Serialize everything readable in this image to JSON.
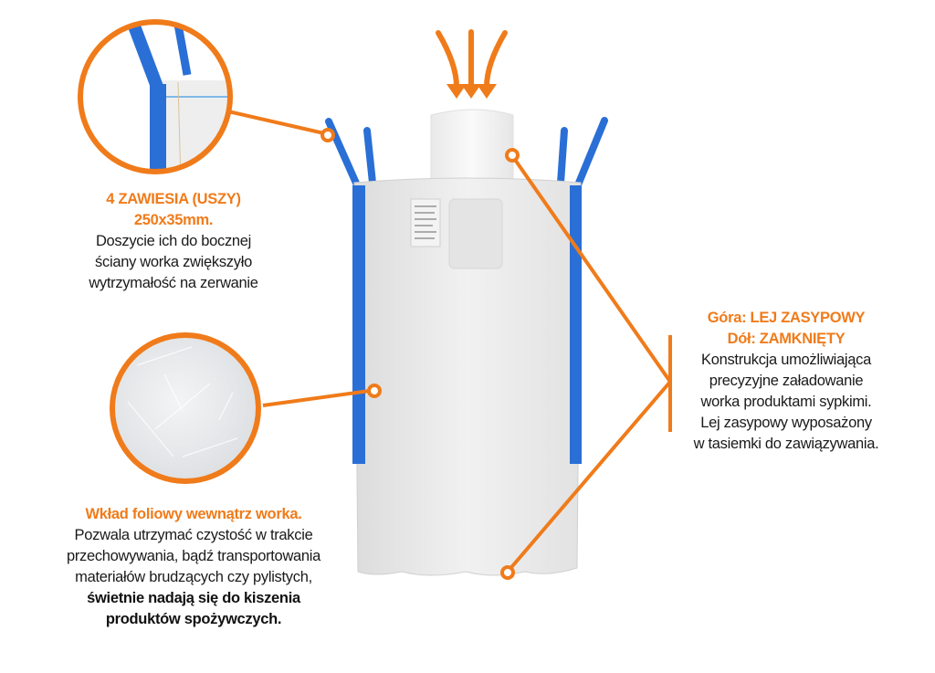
{
  "colors": {
    "accent": "#f07b1a",
    "strap_blue": "#2a6fd6",
    "bag_white": "#ececec",
    "text": "#1a1a1a"
  },
  "top_arrows": {
    "icon": "three-down-arrows-icon",
    "count": 3
  },
  "callouts": {
    "straps": {
      "title_line1": "4 ZAWIESIA (USZY)",
      "title_line2": "250x35mm.",
      "body": [
        "Doszycie ich do bocznej",
        "ściany worka zwiększyło",
        "wytrzymałość na zerwanie"
      ]
    },
    "liner": {
      "title": "Wkład foliowy wewnątrz worka.",
      "body": [
        "Pozwala utrzymać czystość w trakcie",
        "przechowywania, bądź transportowania",
        "materiałów brudzących czy pylistych,"
      ],
      "body_bold": [
        "świetnie nadają się do kiszenia",
        "produktów spożywczych."
      ]
    },
    "spout": {
      "title_line1": "Góra: LEJ ZASYPOWY",
      "title_line2": "Dół: ZAMKNIĘTY",
      "body": [
        "Konstrukcja umożliwiająca",
        "precyzyjne załadowanie",
        "worka produktami sypkimi.",
        "Lej zasypowy wyposażony",
        "w tasiemki do zawiązywania."
      ]
    }
  }
}
